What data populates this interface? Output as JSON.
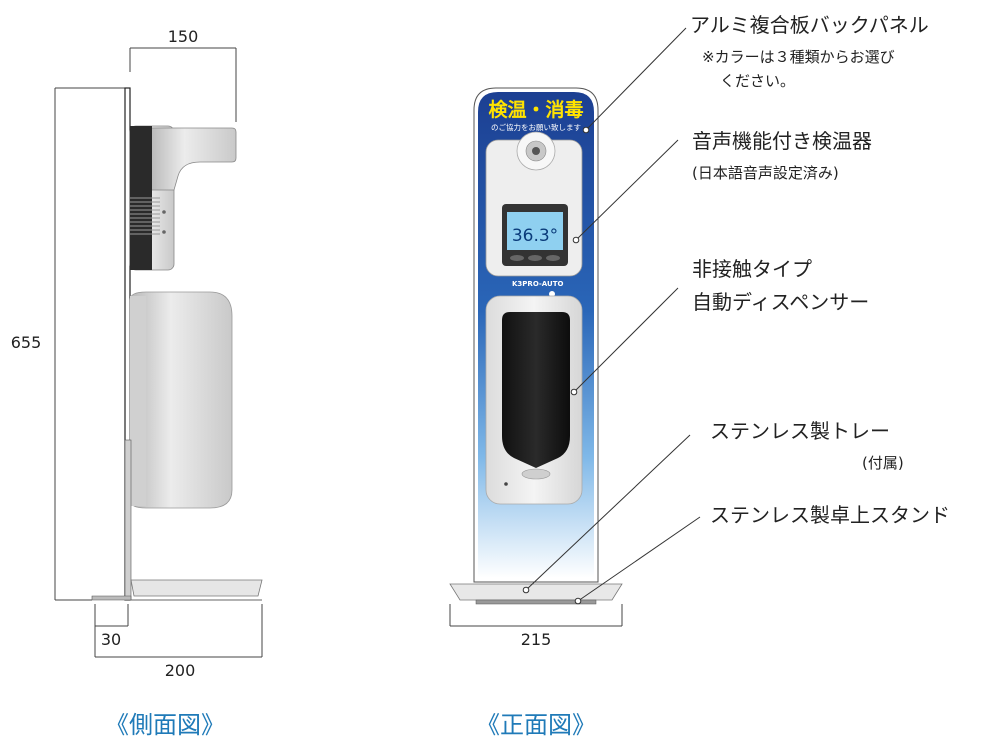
{
  "dimensions": {
    "side_top_width": "150",
    "side_height": "655",
    "side_base_thickness": "30",
    "side_depth": "200",
    "front_width": "215"
  },
  "front_panel": {
    "header_text": "検温・消毒",
    "subheader_text": "のご協力をお願い致します",
    "brand_text": "K3PRO-AUTO",
    "display_reading": "36.3°"
  },
  "callouts": [
    {
      "line1": "アルミ複合板バックパネル",
      "note1": "※カラーは３種類からお選び",
      "note2": "ください。"
    },
    {
      "line1": "音声機能付き検温器",
      "note1": "(日本語音声設定済み)"
    },
    {
      "line1": "非接触タイプ",
      "line2": "自動ディスペンサー"
    },
    {
      "line1": "ステンレス製トレー",
      "note1": "(付属)"
    },
    {
      "line1": "ステンレス製卓上スタンド"
    }
  ],
  "captions": {
    "side": "《側面図》",
    "front": "《正面図》"
  },
  "colors": {
    "caption": "#1f7ab8",
    "panel_blue": "#1c3f92",
    "header_yellow": "#ffe300",
    "leader_line": "#333333",
    "lcd_screen": "#8fd0f0"
  }
}
